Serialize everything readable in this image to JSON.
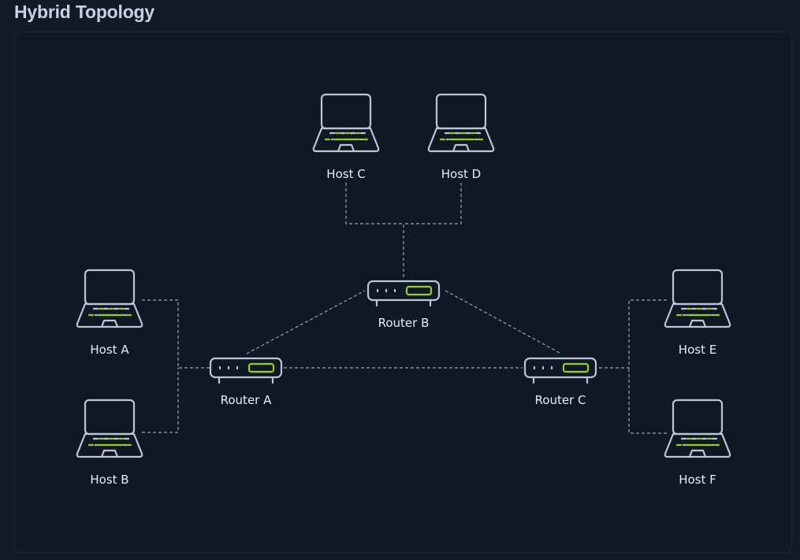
{
  "title": "Hybrid Topology",
  "colors": {
    "background": "#121a25",
    "panel": "#0f1823",
    "device_outline": "#bcc4d8",
    "accent": "#8fd01c",
    "link": "#9aa4b8",
    "label": "#e9edf5"
  },
  "nodes": [
    {
      "id": "host-c",
      "type": "laptop",
      "label": "Host C"
    },
    {
      "id": "host-d",
      "type": "laptop",
      "label": "Host D"
    },
    {
      "id": "host-a",
      "type": "laptop",
      "label": "Host A"
    },
    {
      "id": "host-b",
      "type": "laptop",
      "label": "Host B"
    },
    {
      "id": "host-e",
      "type": "laptop",
      "label": "Host E"
    },
    {
      "id": "host-f",
      "type": "laptop",
      "label": "Host F"
    },
    {
      "id": "router-a",
      "type": "router",
      "label": "Router A"
    },
    {
      "id": "router-b",
      "type": "router",
      "label": "Router B"
    },
    {
      "id": "router-c",
      "type": "router",
      "label": "Router C"
    }
  ],
  "links": [
    {
      "from": "host-c",
      "to": "router-b",
      "style": "dashed"
    },
    {
      "from": "host-d",
      "to": "router-b",
      "style": "dashed"
    },
    {
      "from": "host-a",
      "to": "router-a",
      "style": "dashed"
    },
    {
      "from": "host-b",
      "to": "router-a",
      "style": "dashed"
    },
    {
      "from": "host-e",
      "to": "router-c",
      "style": "dashed"
    },
    {
      "from": "host-f",
      "to": "router-c",
      "style": "dashed"
    },
    {
      "from": "router-a",
      "to": "router-b",
      "style": "dashed"
    },
    {
      "from": "router-b",
      "to": "router-c",
      "style": "dashed"
    },
    {
      "from": "router-a",
      "to": "router-c",
      "style": "dashed"
    }
  ],
  "icons": {
    "laptop": "laptop-icon",
    "router": "router-icon"
  }
}
